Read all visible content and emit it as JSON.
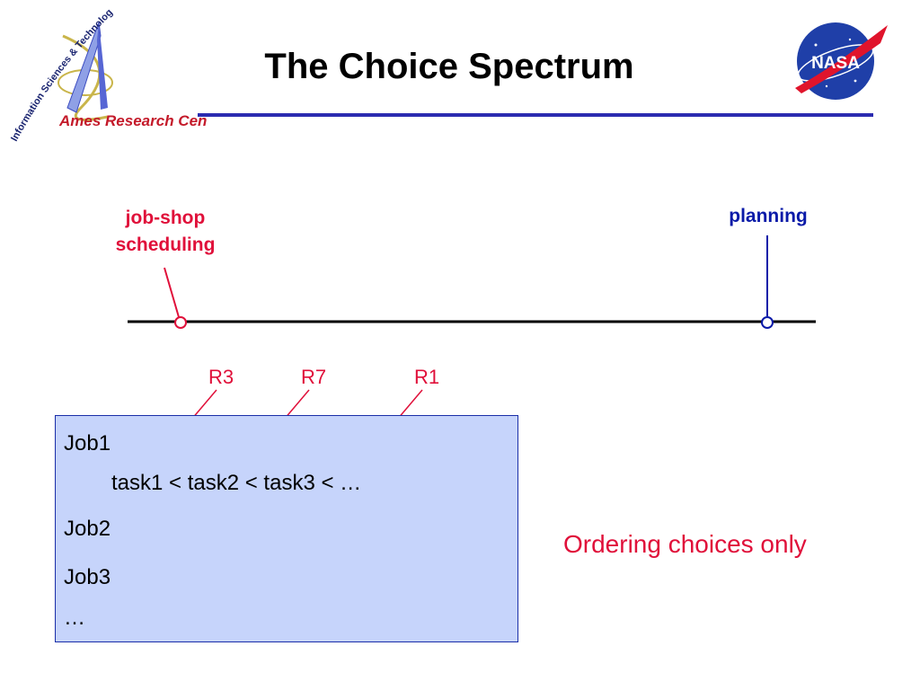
{
  "header": {
    "title": "The Choice Spectrum",
    "logo_left_arc_text": "Information Sciences & Technology",
    "logo_left_name": "Ames Research Center",
    "logo_right_text": "NASA"
  },
  "spectrum": {
    "left_label_line1": "job-shop",
    "left_label_line2": "scheduling",
    "right_label": "planning"
  },
  "relations": [
    "R3",
    "R7",
    "R1"
  ],
  "job_list": {
    "job1": "Job1",
    "job1_tasks": "task1 < task2 < task3 < …",
    "job2": "Job2",
    "job3": "Job3",
    "more": "…"
  },
  "note": "Ordering choices only",
  "colors": {
    "accent_red": "#e0103a",
    "accent_blue": "#0a1aa8",
    "box_fill": "#c6d4fb",
    "rule_blue": "#2b2bb0"
  }
}
